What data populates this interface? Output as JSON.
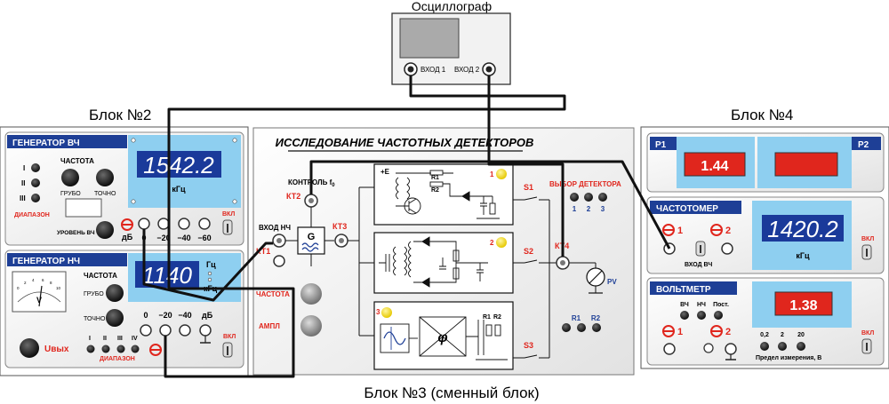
{
  "oscilloscope": {
    "title": "Осциллограф",
    "in1": "ВХОД 1",
    "in2": "ВХОД 2"
  },
  "block_labels": {
    "b2": "Блок №2",
    "b4": "Блок №4",
    "b3": "Блок №3 (сменный блок)"
  },
  "gen_hf": {
    "title": "ГЕНЕРАТОР ВЧ",
    "freq_label": "ЧАСТОТА",
    "coarse": "ГРУБО",
    "fine": "ТОЧНО",
    "range_label": "ДИАПАЗОН",
    "range_i": "I",
    "range_ii": "II",
    "range_iii": "III",
    "level": "УРОВЕНЬ ВЧ",
    "display": "1542.2",
    "unit": "кГц",
    "db": "дБ",
    "att": [
      "0",
      "−20",
      "−40",
      "−60"
    ],
    "on": "ВКЛ"
  },
  "gen_lf": {
    "title": "ГЕНЕРАТОР НЧ",
    "freq_label": "ЧАСТОТА",
    "coarse": "ГРУБО",
    "fine": "ТОЧНО",
    "display": "1140",
    "unit_hz": "Гц",
    "unit_khz": "кГц",
    "db": "дБ",
    "att": [
      "0",
      "−20",
      "−40"
    ],
    "meter_v": "V",
    "meter_scale": [
      "0",
      "2",
      "4",
      "6",
      "8",
      "10"
    ],
    "uout": "Uвых",
    "range_label": "ДИАПАЗОН",
    "ranges": [
      "I",
      "II",
      "III",
      "IV"
    ],
    "on": "ВКЛ"
  },
  "block3": {
    "title": "ИССЛЕДОВАНИЕ ЧАСТОТНЫХ ДЕТЕКТОРОВ",
    "control": "КОНТРОЛЬ f",
    "control_sub": "0",
    "kt1": "КТ1",
    "kt2": "КТ2",
    "kt3": "КТ3",
    "kt4": "КТ4",
    "input_lf": "ВХОД НЧ",
    "g": "G",
    "freq": "ЧАСТОТА",
    "ampl": "АМПЛ",
    "detector_select": "ВЫБОР ДЕТЕКТОРА",
    "det_nums": [
      "1",
      "2",
      "3"
    ],
    "plus_e": "+E",
    "r1": "R1",
    "r2": "R2",
    "s1": "S1",
    "s2": "S2",
    "s3": "S3",
    "n1": "1",
    "n2": "2",
    "n3": "3",
    "phi": "φ",
    "pv": "PV"
  },
  "block4": {
    "p1": "P1",
    "p2": "P2",
    "p1_display": "1.44",
    "freqmeter": "ЧАСТОТОМЕР",
    "fm_in1": "1",
    "fm_in2": "2",
    "fm_input": "ВХОД  ВЧ",
    "fm_display": "1420.2",
    "fm_unit": "кГц",
    "on": "ВКЛ",
    "voltmeter": "ВОЛЬТМЕТР",
    "vm_modes": [
      "ВЧ",
      "НЧ",
      "Пост."
    ],
    "vm_in1": "1",
    "vm_in2": "2",
    "vm_display": "1.38",
    "vm_ranges": [
      "0,2",
      "2",
      "20"
    ],
    "vm_range_label": "Предел измерения, В"
  },
  "colors": {
    "panel_blue": "#1e3f96",
    "display_bg": "#8ecff0",
    "lcd_blue": "#1a3a9a",
    "lcd_red": "#e0261d",
    "accent_red": "#e0261d",
    "wire": "#111111"
  }
}
